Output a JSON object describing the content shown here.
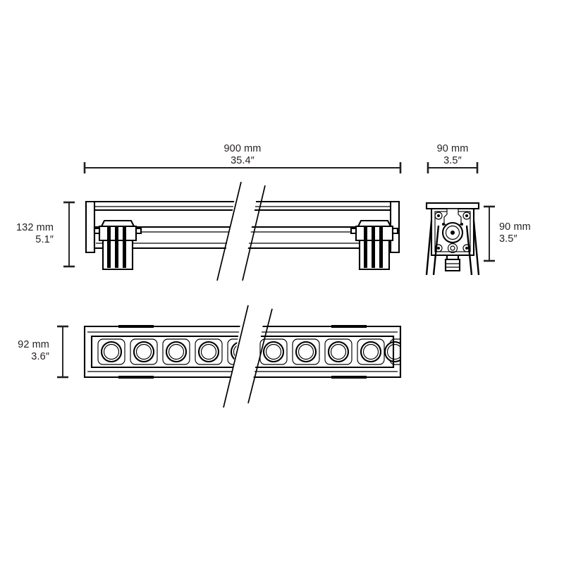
{
  "drawing": {
    "title": "Linear LED Luminaire Dimensional Drawing",
    "background_color": "#ffffff",
    "line_color": "#000000",
    "text_color": "#231f20"
  },
  "dimensions": {
    "overall_length": {
      "name": "overall-length",
      "metric": "900 mm",
      "imperial": "35.4″"
    },
    "end_width": {
      "name": "end-view-width",
      "metric": "90 mm",
      "imperial": "3.5″"
    },
    "side_height": {
      "name": "side-view-height",
      "metric": "132 mm",
      "imperial": "5.1″"
    },
    "end_height": {
      "name": "end-view-height",
      "metric": "90 mm",
      "imperial": "3.5″"
    },
    "bottom_width": {
      "name": "bottom-view-width",
      "metric": "92 mm",
      "imperial": "3.6″"
    }
  },
  "views": {
    "side": {
      "name": "side-elevation-view",
      "bracket_count": 2,
      "break_symbol": "double-diagonal-break"
    },
    "end": {
      "name": "end-section-view",
      "leg_count": 2,
      "screw_count": 4
    },
    "bottom": {
      "name": "bottom-plan-view",
      "led_count": 10,
      "break_symbol": "double-diagonal-break"
    }
  }
}
